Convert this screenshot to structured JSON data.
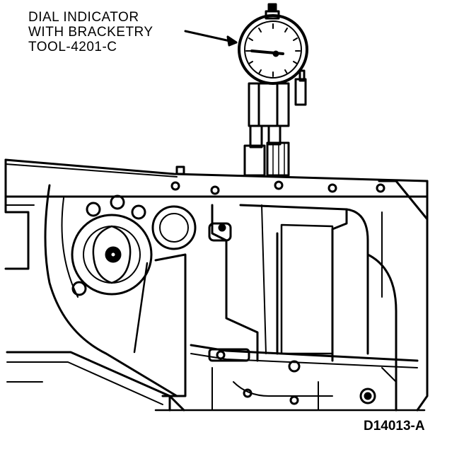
{
  "callout": {
    "line1": "DIAL INDICATOR",
    "line2": "WITH BRACKETRY",
    "line3": "TOOL-4201-C"
  },
  "figure_id": "D14013-A",
  "colors": {
    "ink": "#000000",
    "paper": "#ffffff"
  }
}
